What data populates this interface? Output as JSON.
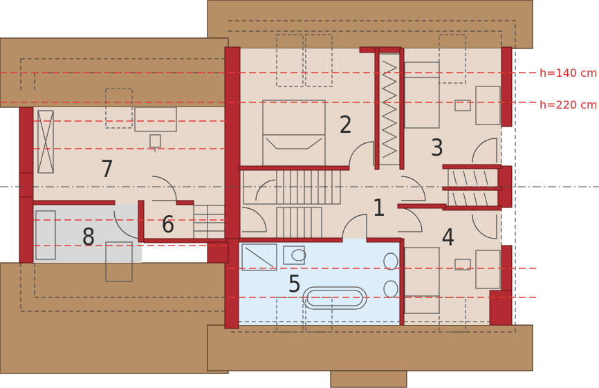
{
  "legend": {
    "h140": "h=140 cm",
    "h220": "h=220 cm",
    "color": "#d22a2a"
  },
  "rooms": [
    {
      "id": "1",
      "label": "1"
    },
    {
      "id": "2",
      "label": "2"
    },
    {
      "id": "3",
      "label": "3"
    },
    {
      "id": "4",
      "label": "4"
    },
    {
      "id": "5",
      "label": "5"
    },
    {
      "id": "6",
      "label": "6"
    },
    {
      "id": "7",
      "label": "7"
    },
    {
      "id": "8",
      "label": "8"
    }
  ],
  "colors": {
    "roof": "#b78f67",
    "floor": "#e8d8cc",
    "bathroom": "#ddeefa",
    "utility": "#d8d8d8",
    "wall": "#b32a30",
    "height_line": "#e23a3a"
  }
}
